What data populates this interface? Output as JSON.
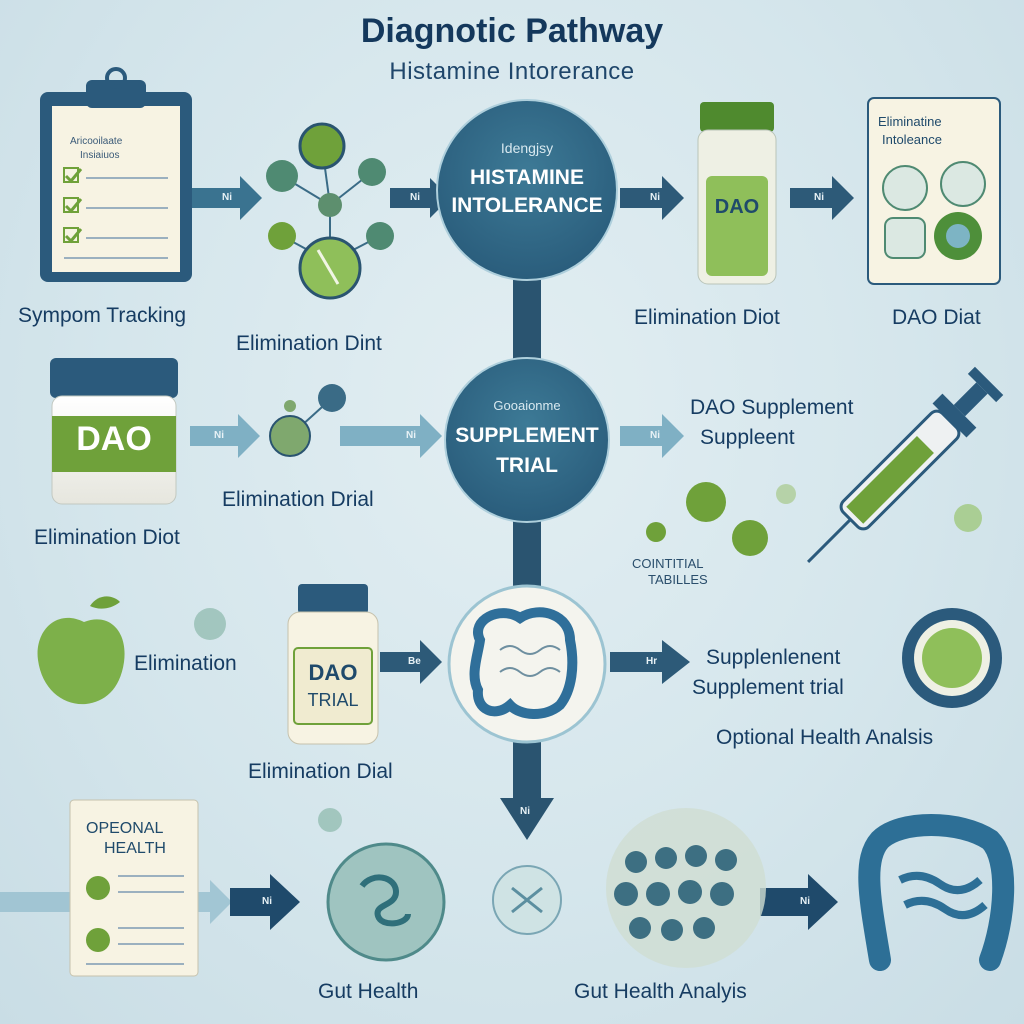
{
  "title": "Diagnotic Pathway",
  "subtitle": "Histamine Intorerance",
  "center_nodes": {
    "top_small": "Idengjsy",
    "top_main_line1": "HISTAMINE",
    "top_main_line2": "INTOLERANCE",
    "mid_small": "Gooaionme",
    "mid_main_line1": "SUPPLEMENT",
    "mid_main_line2": "TRIAL"
  },
  "labels": {
    "symptom_tracking": "Sympom Tracking",
    "elimination_dint": "Elimination Dint",
    "elimination_diet_top": "Elimination Diot",
    "dao_diet": "DAO Diat",
    "elimination_diot_left": "Elimination Diot",
    "elimination_drial": "Elimination Drial",
    "dao_supplement": "DAO Supplement",
    "suppleent": "Suppleent",
    "cointitial": "COINTITIAL",
    "tabilles": "TABILLES",
    "elimination": "Elimination",
    "elimination_dial": "Elimination Dial",
    "supplenlenent": "Supplenlenent",
    "supplement_trial": "Supplement trial",
    "optional_health_analsis": "Optional Health Analsis",
    "gut_health": "Gut Health",
    "gut_health_analyis": "Gut Health Analyis"
  },
  "items": {
    "clipboard_line1": "Aricooilaate",
    "clipboard_line2": "Insiaiuos",
    "jar_top_label": "DAO",
    "jar_left_label": "DAO",
    "bottle_line1": "DAO",
    "bottle_line2": "TRIAL",
    "intolerance_card_line1": "Eliminatine",
    "intolerance_card_line2": "Intoleance",
    "report_line1": "Opeonal",
    "report_line2": "Health"
  },
  "arrow_marks": [
    "Ni",
    "Ni",
    "Ni",
    "Ni",
    "Ni",
    "Ni",
    "Ni",
    "Be",
    "Hr",
    "Ni",
    "Ni",
    "Ni"
  ],
  "colors": {
    "navy": "#1f4a6b",
    "teal": "#2f6f8a",
    "green": "#6fa13a",
    "light_green": "#9cc46a",
    "paper": "#f6f3e6",
    "background": "#d5e6ec"
  }
}
